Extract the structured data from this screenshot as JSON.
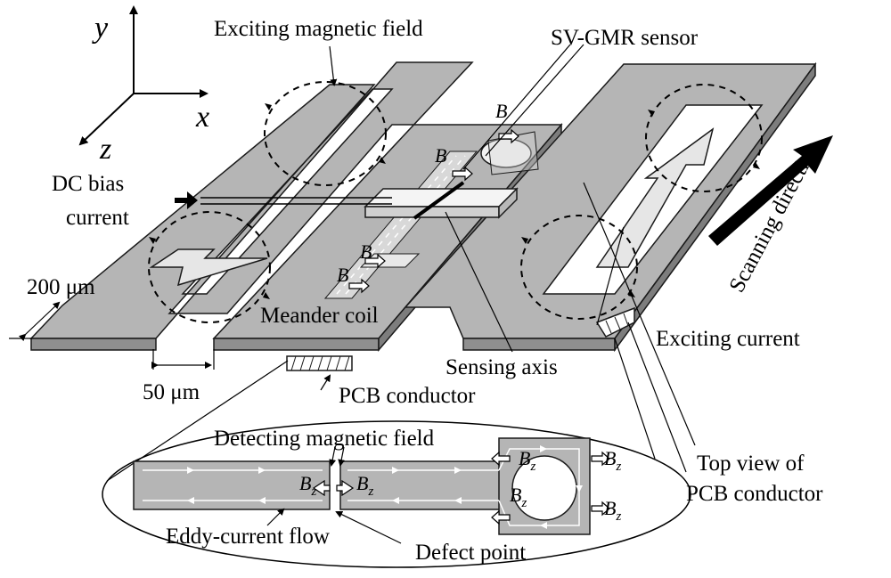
{
  "axes": {
    "y": "y",
    "x": "x",
    "z": "z"
  },
  "labels": {
    "exciting_field": "Exciting magnetic field",
    "sensor": "SV-GMR sensor",
    "dc_bias_line1": "DC bias",
    "dc_bias_line2": "current",
    "width_200": "200 μm",
    "meander_coil": "Meander coil",
    "gap_50": "50 μm",
    "sensing_axis": "Sensing axis",
    "pcb_conductor": "PCB conductor",
    "exciting_current": "Exciting current",
    "scanning_direction": "Scanning direction",
    "detecting_field": "Detecting magnetic field",
    "eddy_flow": "Eddy-current flow",
    "defect_point": "Defect point",
    "top_view_line1": "Top view of",
    "top_view_line2": "PCB conductor"
  },
  "symbols": {
    "b": "B",
    "bz": "B",
    "z": "z"
  },
  "colors": {
    "conductor": "#b5b5b5",
    "edge": "#1a1a1a",
    "sensor": "#f4f4f4"
  }
}
